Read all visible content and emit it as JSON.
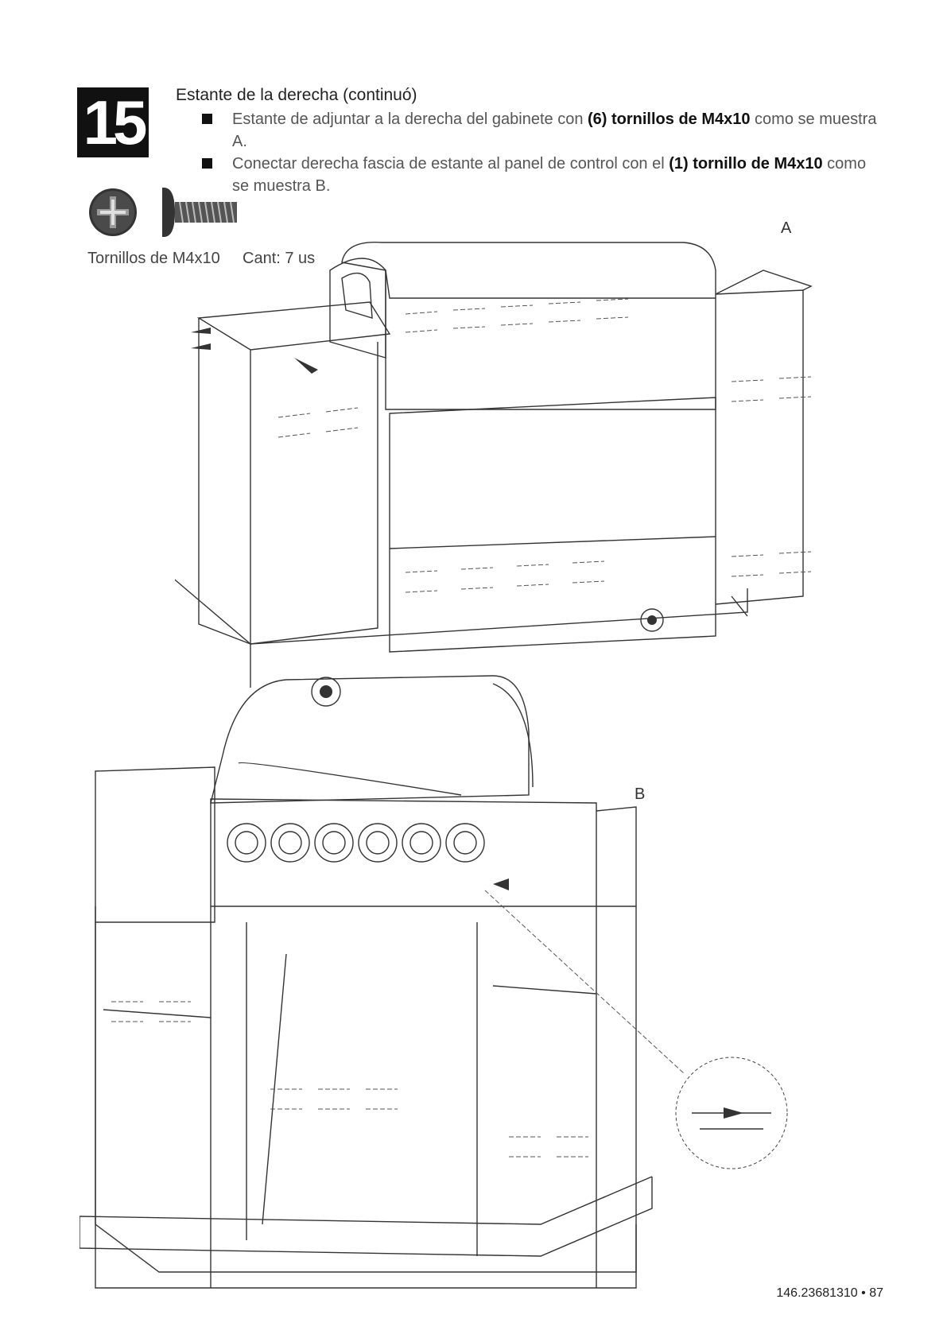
{
  "step": {
    "number": "15",
    "title": "Estante de la derecha (continuó)",
    "bullets": [
      {
        "pre": "Estante de adjuntar a la derecha del gabinete con ",
        "bold": "(6) tornillos de M4x10",
        "post": " como se muestra A."
      },
      {
        "pre": "Conectar derecha fascia de estante al panel de control con el ",
        "bold": "(1) tornillo de M4x10",
        "post": " como se muestra B."
      }
    ]
  },
  "hardware": {
    "label": "Tornillos de M4x10",
    "quantity": "Cant: 7 us",
    "icons": [
      "screw-head-icon",
      "screw-side-icon"
    ]
  },
  "figures": {
    "a_label": "A",
    "b_label": "B"
  },
  "footer": {
    "page_ref": "146.23681310 • 87"
  }
}
